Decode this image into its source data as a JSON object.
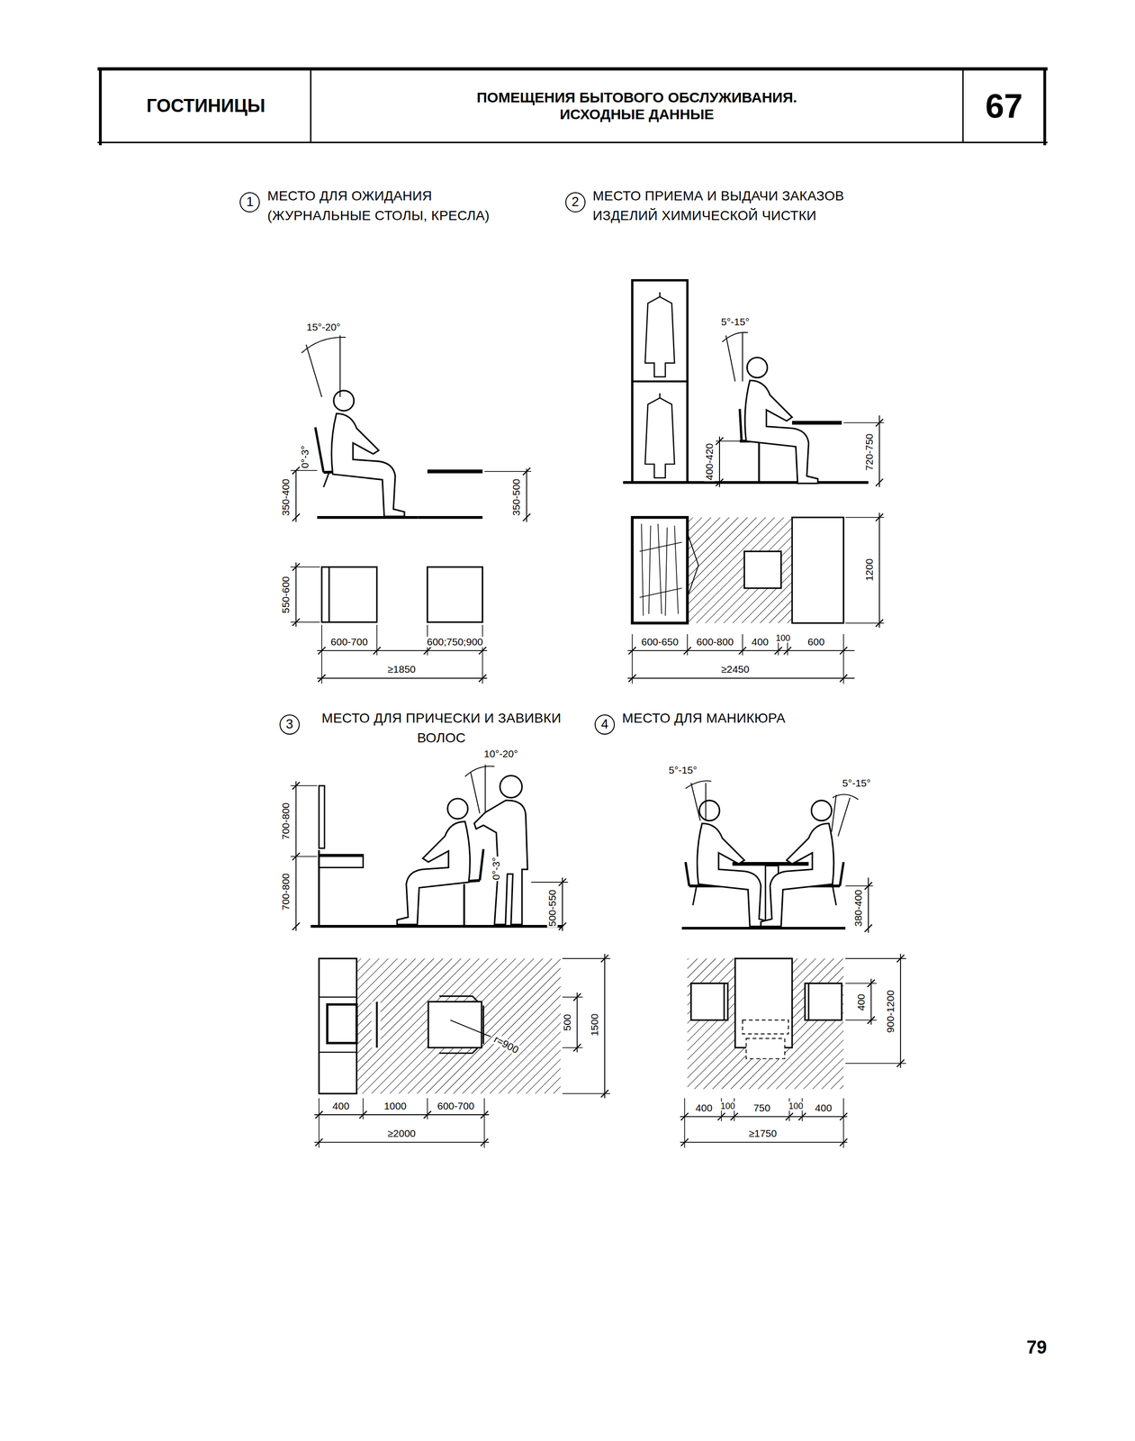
{
  "diagram": {
    "nodes": [
      {
        "text": [
          "ГОСТИНИЦЫ"
        ]
      },
      {
        "text": [
          "ПОМЕЩЕНИЯ БЫТОВОГО ОБСЛУЖИВАНИЯ. ИСХОДНЫЕ ДАННЫЕ"
        ]
      },
      {
        "text": [
          "67"
        ]
      },
      {
        "text": [
          "1",
          "МЕСТО ДЛЯ ОЖИДАНИЯ (ЖУРНАЛЬНЫЕ СТОЛЫ, КРЕСЛА)"
        ]
      },
      {
        "text": [
          "2",
          "МЕСТО ПРИЕМА И ВЫДАЧИ ЗАКАЗОВ ИЗДЕЛИЙ ХИМИЧЕСКОЙ ЧИСТКИ"
        ]
      },
      {
        "text": [
          "3",
          "МЕСТО ДЛЯ ПРИЧЕСКИ И ЗАВИВКИ ВОЛОС"
        ]
      },
      {
        "text": [
          "4",
          "МЕСТО ДЛЯ МАНИКЮРА"
        ]
      }
    ],
    "labels": [
      "15°-20°",
      "0°-3°",
      "350-400",
      "350-500",
      "550-600",
      "600-700",
      "600;750;900",
      "≥1850",
      "5°-15°",
      "400-420",
      "720-750",
      "1200",
      "600-650",
      "600-800",
      "400",
      "100",
      "600",
      "≥2450",
      "10°-20°",
      "700-800",
      "700-800",
      "0°-3°",
      "500-550",
      "500",
      "1500",
      "r=900",
      "400",
      "1000",
      "600-700",
      "≥2000",
      "5°-15°",
      "5°-15°",
      "380-400",
      "400",
      "900-1200",
      "400",
      "100",
      "750",
      "100",
      "400",
      "≥1750",
      "79"
    ]
  }
}
